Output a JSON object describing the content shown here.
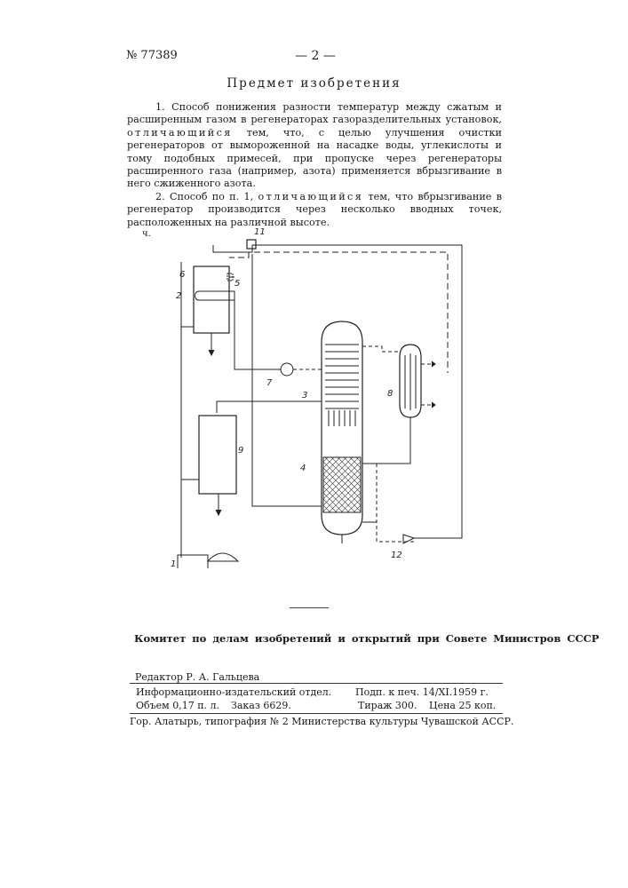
{
  "header": {
    "patent_number": "№ 77389",
    "page_number": "— 2 —"
  },
  "section_title": "Предмет изобретения",
  "claims": {
    "c1_a": "1. Способ понижения разности температур между сжатым и расширенным газом в регенераторах газоразделительных установок,",
    "c1_spaced": "отличающийся",
    "c1_b": "тем, что, с целью улучшения очистки регенераторов от вымороженной на насадке воды, углекислоты и тому подобных примесей, при пропуске через регенераторы расширенного газа (например, азота) применяется вбрызгивание в него сжиженного азота.",
    "c2_a": "2. Способ по п. 1,",
    "c2_spaced": "отличающийся",
    "c2_b": "тем, что вбрызгивание в регенератор производится через несколько вводных точек, расположенных на различной высоте."
  },
  "figure": {
    "stray_mark": "ч.",
    "labels": {
      "l1": "1",
      "l2": "2",
      "l3": "3",
      "l4": "4",
      "l5": "5",
      "l6": "6",
      "l7": "7",
      "l8": "8",
      "l9": "9",
      "l11": "11",
      "l12": "12"
    }
  },
  "footer": {
    "committee": "Комитет по делам изобретений и открытий при Совете Министров СССР",
    "editor": "Редактор Р. А. Гальцева",
    "dept": "Информационно-издательский отдел.",
    "signed": "Подп. к печ. 14/XI.1959 г.",
    "volume": "Объем 0,17 п. л.",
    "order": "Заказ 6629.",
    "print_run": "Тираж 300.",
    "price": "Цена 25 коп.",
    "printer": "Гор. Алатырь, типография № 2 Министерства культуры Чувашской АССР."
  }
}
